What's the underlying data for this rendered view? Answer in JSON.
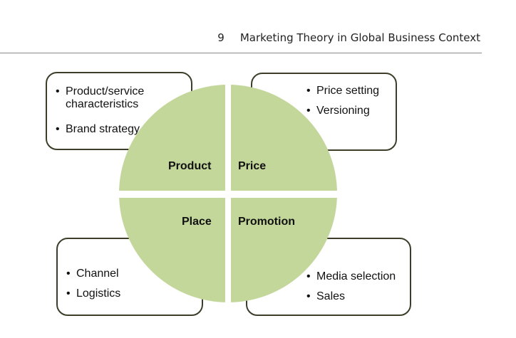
{
  "header": {
    "chapter_number": "9",
    "chapter_title": "Marketing Theory in Global Business  Context"
  },
  "diagram": {
    "circle_color": "#c3d79b",
    "box_border_color": "#3d3d2a",
    "quadrants": {
      "product": {
        "label": "Product",
        "items": [
          "Product/service characteristics",
          "Brand strategy"
        ]
      },
      "price": {
        "label": "Price",
        "items": [
          "Price setting",
          "Versioning"
        ]
      },
      "place": {
        "label": "Place",
        "items": [
          "Channel",
          "Logistics"
        ]
      },
      "promotion": {
        "label": "Promotion",
        "items": [
          "Media selection",
          "Sales"
        ]
      }
    }
  }
}
